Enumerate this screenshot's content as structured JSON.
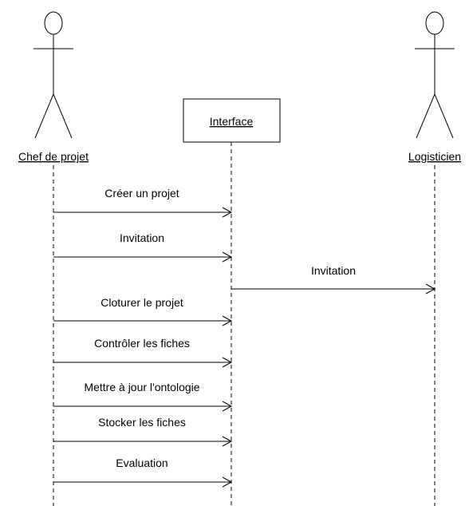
{
  "diagram": {
    "actors": {
      "chef": {
        "label": "Chef de projet"
      },
      "logisticien": {
        "label": "Logisticien"
      }
    },
    "object": {
      "label": "Interface"
    },
    "messages": [
      {
        "label": "Créer un projet",
        "from": "chef",
        "to": "interface"
      },
      {
        "label": "Invitation",
        "from": "chef",
        "to": "interface"
      },
      {
        "label": "Invitation",
        "from": "interface",
        "to": "logisticien"
      },
      {
        "label": "Cloturer le projet",
        "from": "chef",
        "to": "interface"
      },
      {
        "label": "Contrôler les fiches",
        "from": "chef",
        "to": "interface"
      },
      {
        "label": "Mettre à jour l'ontologie",
        "from": "chef",
        "to": "interface"
      },
      {
        "label": "Stocker les fiches",
        "from": "chef",
        "to": "interface"
      },
      {
        "label": "Evaluation",
        "from": "chef",
        "to": "interface"
      }
    ]
  }
}
